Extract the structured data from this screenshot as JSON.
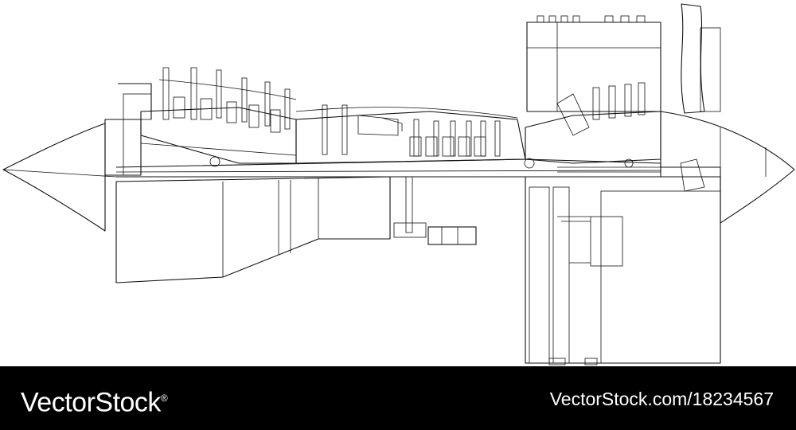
{
  "drawing": {
    "subject": "jet-engine-cross-section",
    "line_color": "#111111",
    "background": "#ffffff"
  },
  "footer": {
    "brand": "VectorStock",
    "brand_mark": "®",
    "url": "VectorStock.com/18234567",
    "background": "#000000",
    "text_color": "#ffffff"
  }
}
